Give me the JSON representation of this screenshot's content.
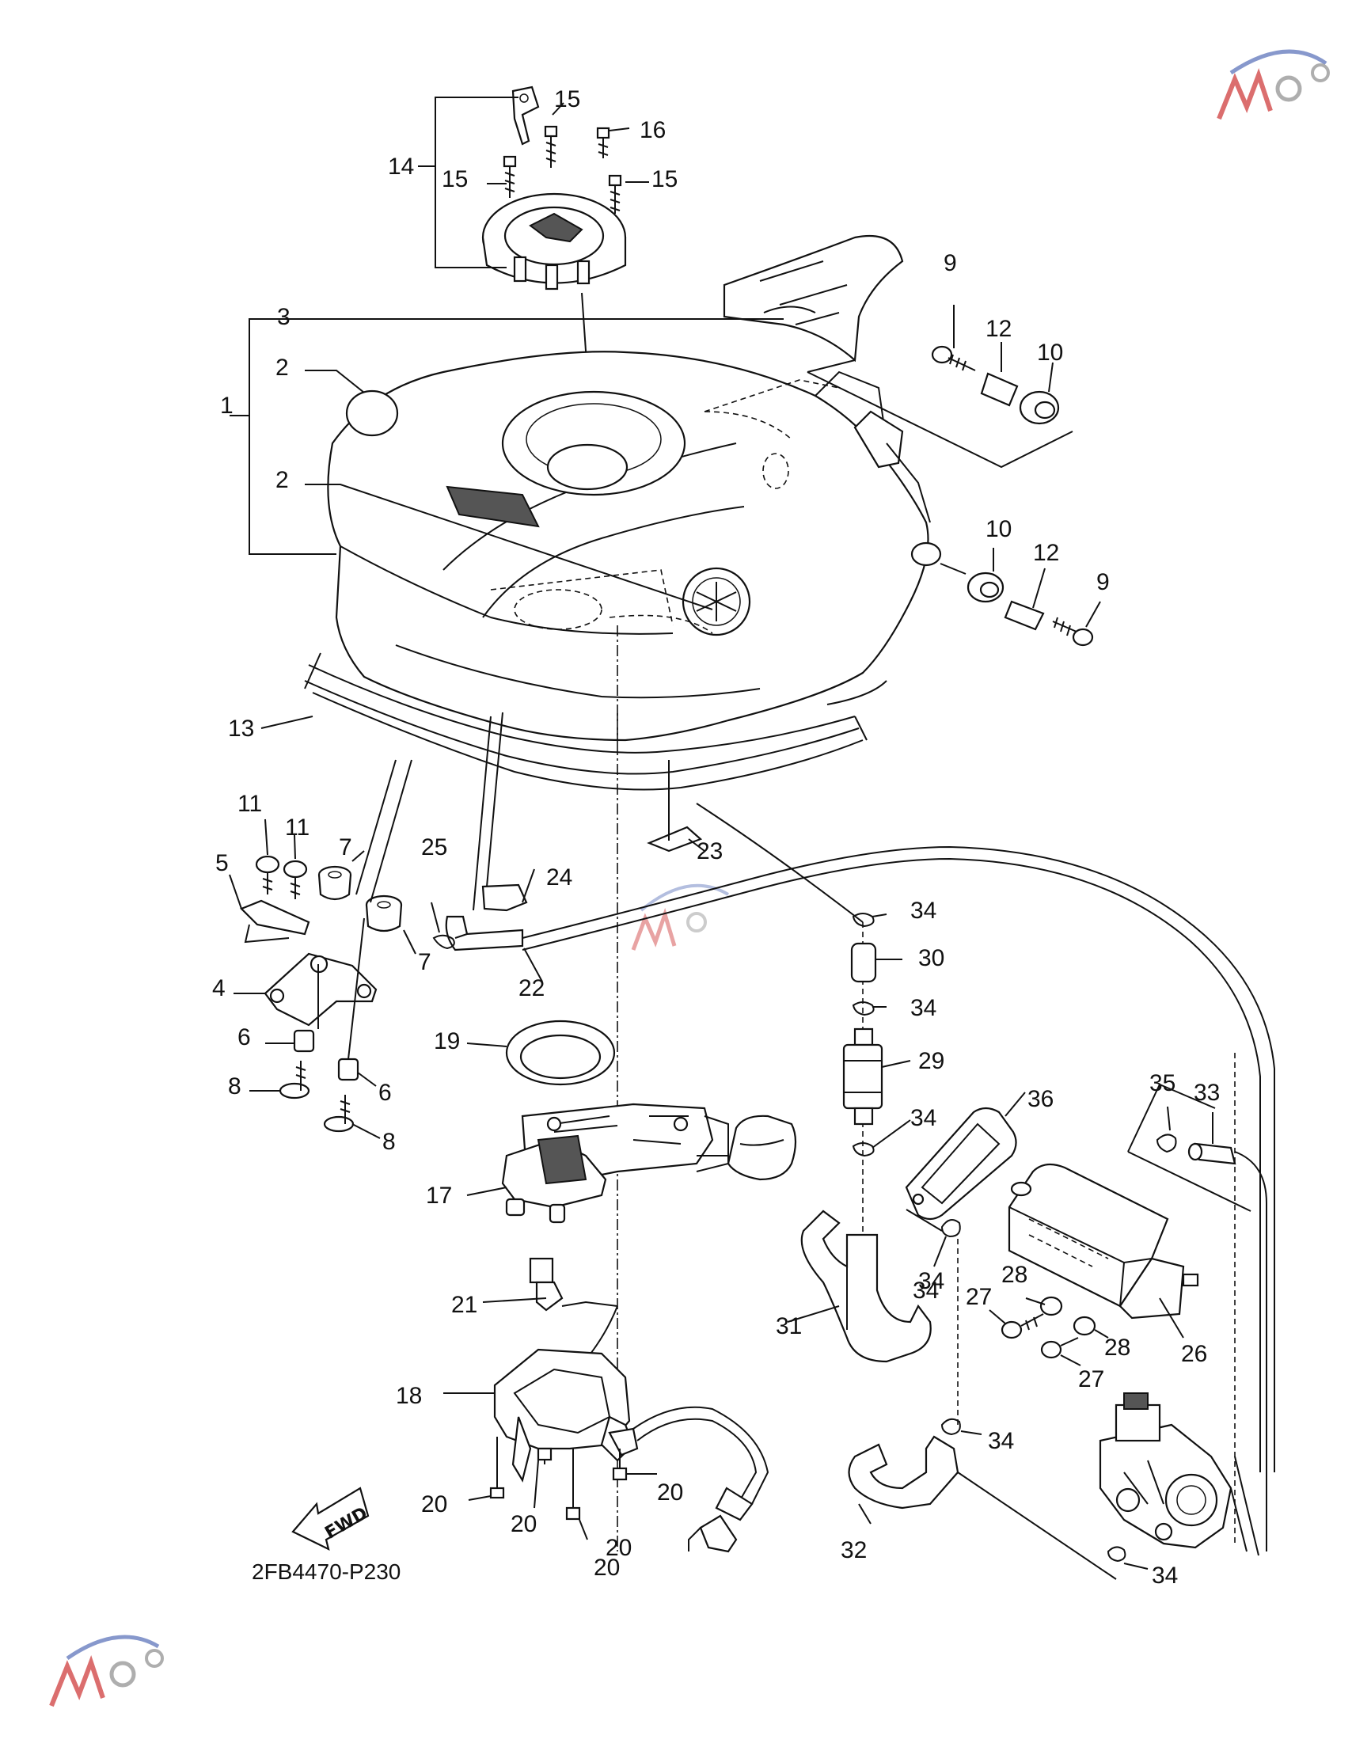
{
  "diagram": {
    "code": "2FB4470-P230",
    "fwd_label": "FWD",
    "labels": [
      "1",
      "2",
      "2",
      "3",
      "4",
      "5",
      "6",
      "6",
      "7",
      "7",
      "8",
      "8",
      "9",
      "9",
      "10",
      "10",
      "11",
      "11",
      "12",
      "12",
      "13",
      "14",
      "15",
      "15",
      "15",
      "16",
      "17",
      "18",
      "19",
      "20",
      "20",
      "20",
      "20",
      "20",
      "21",
      "22",
      "23",
      "24",
      "25",
      "26",
      "27",
      "27",
      "28",
      "28",
      "29",
      "30",
      "31",
      "32",
      "33",
      "34",
      "34",
      "34",
      "34",
      "34",
      "34",
      "34",
      "35",
      "36"
    ]
  },
  "colors": {
    "line": "#111111",
    "watermark_gray": "#9a9a9a",
    "watermark_red": "#d34a4a",
    "watermark_blue": "#6a7fc0"
  }
}
